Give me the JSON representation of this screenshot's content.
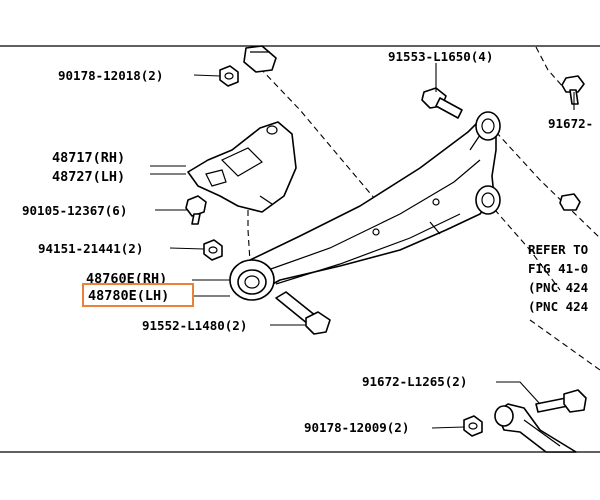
{
  "colors": {
    "highlight": "#e8813a",
    "line": "#000000",
    "background": "#ffffff"
  },
  "callouts": {
    "c_90178_12018": "90178-12018(2)",
    "c_91553_l1650": "91553-L1650(4)",
    "c_91672_top": "91672-",
    "c_48717": "48717(RH)",
    "c_48727": "48727(LH)",
    "c_90105_12367": "90105-12367(6)",
    "c_94151_21441": "94151-21441(2)",
    "c_48760e": "48760E(RH)",
    "c_48780e": "48780E(LH)",
    "c_91552_l1480": "91552-L1480(2)",
    "c_91672_l1265": "91672-L1265(2)",
    "c_90178_12009": "90178-12009(2)"
  },
  "refer": {
    "line1": "REFER TO",
    "line2": "FIG 41-0",
    "line3": "(PNC 424",
    "line4": "(PNC 424"
  },
  "highlighted_part": "48780E(LH)"
}
